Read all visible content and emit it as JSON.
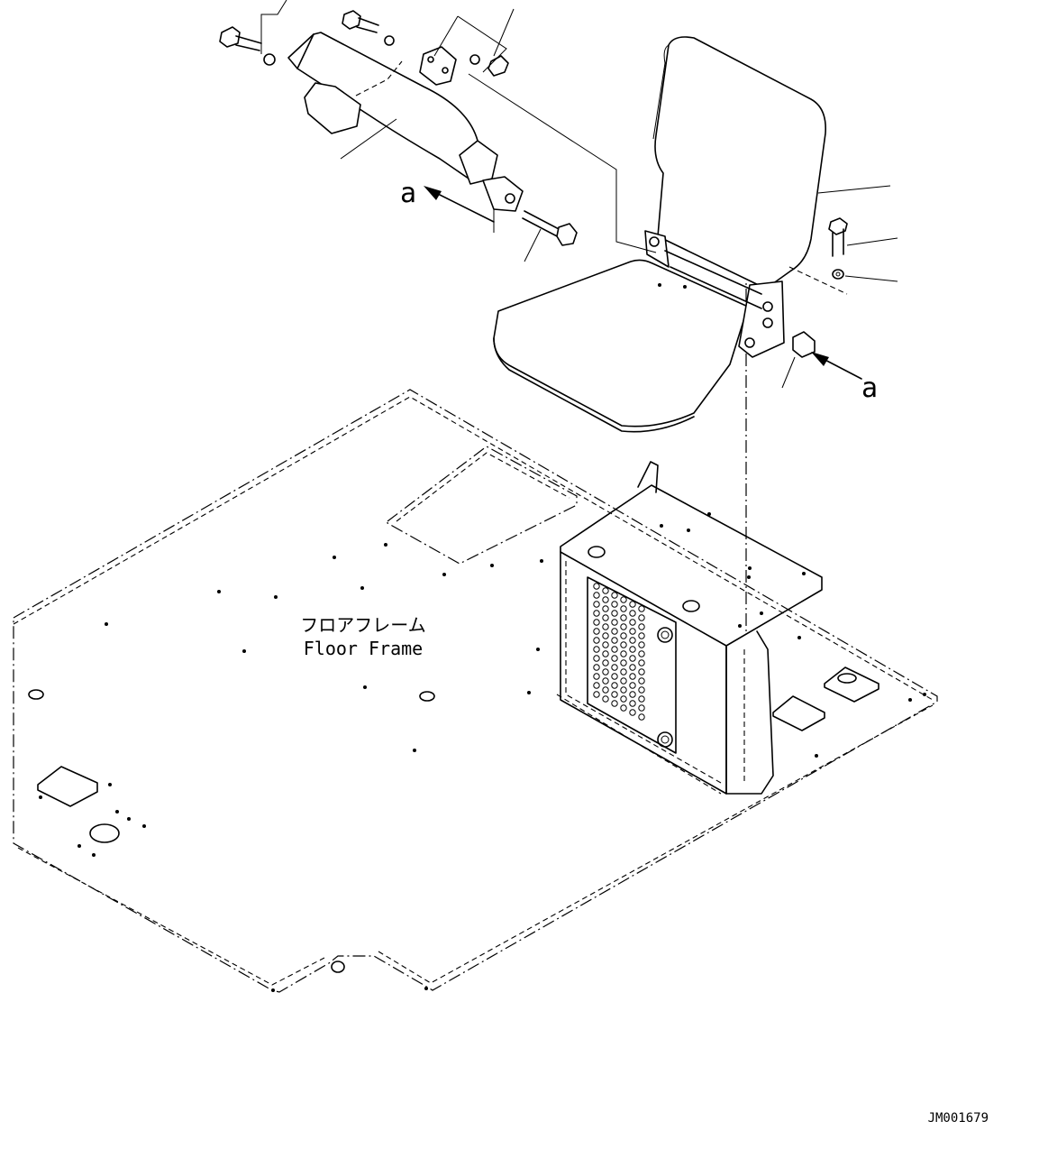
{
  "labels": {
    "floor_frame_jp": "フロアフレーム",
    "floor_frame_en": "Floor Frame",
    "view_arrow_left": "a",
    "view_arrow_right": "a",
    "drawing_code": "JM001679"
  }
}
